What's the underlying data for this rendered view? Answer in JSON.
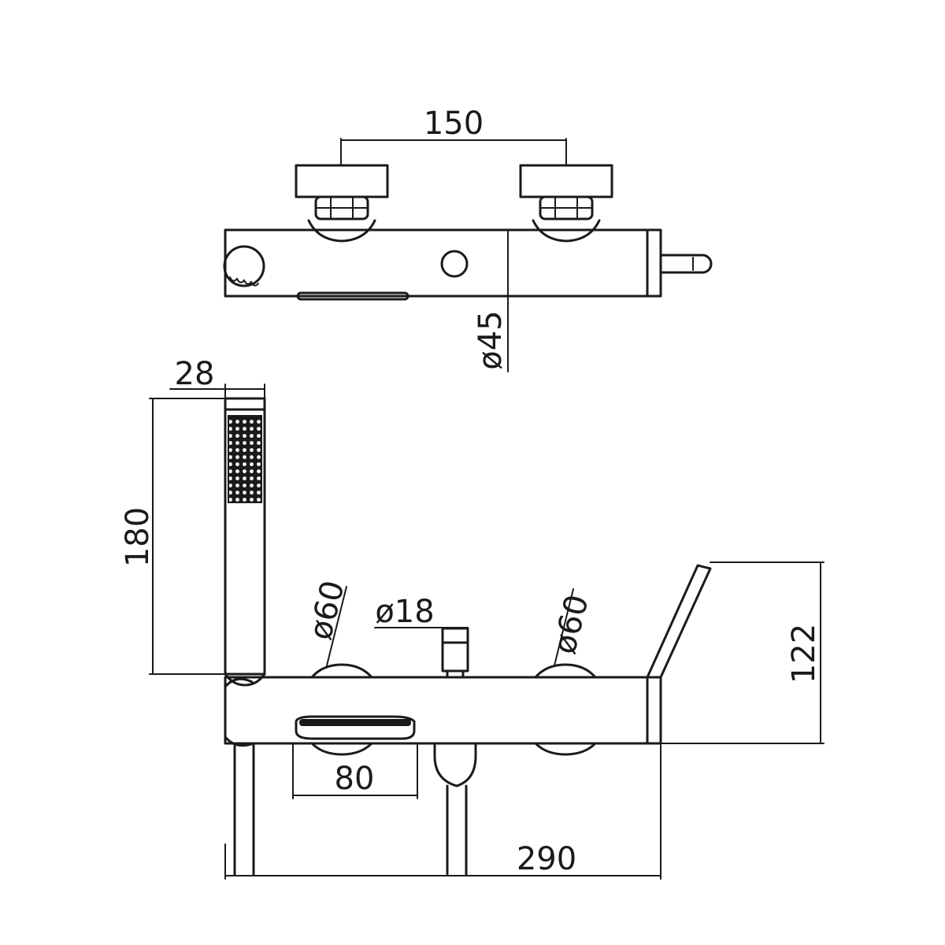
{
  "dimensions": {
    "top_spacing": "150",
    "top_diameter": "ø45",
    "shower_width": "28",
    "shower_height": "180",
    "left_handle_dia": "ø60",
    "spout_dia": "ø18",
    "right_handle_dia": "ø60",
    "lever_height": "122",
    "outlet_width": "80",
    "body_length": "290"
  },
  "colors": {
    "line": "#1a1a1a",
    "background": "#ffffff"
  }
}
